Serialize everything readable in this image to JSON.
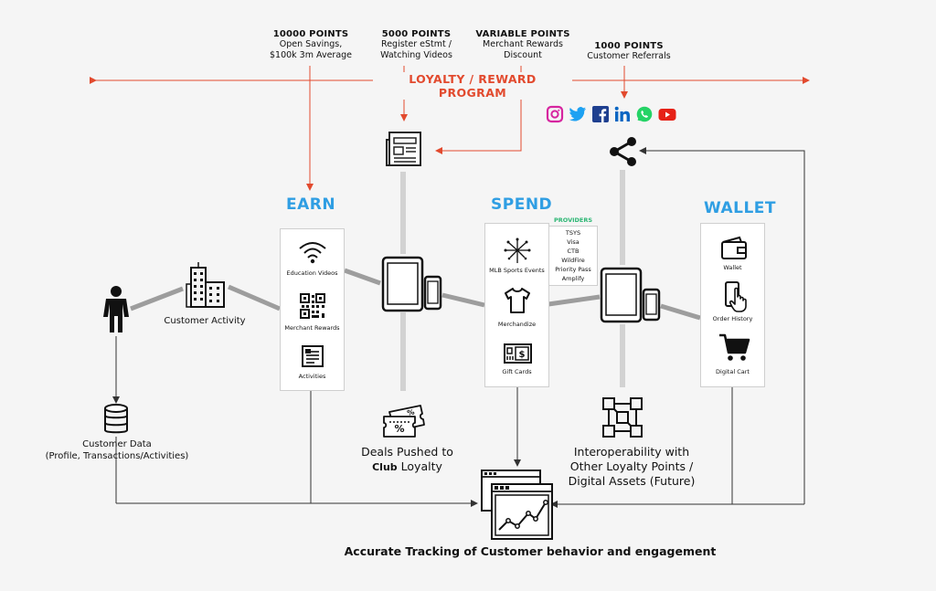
{
  "program": {
    "title": "LOYALTY / REWARD PROGRAM",
    "color": "#e24a2e"
  },
  "points": [
    {
      "title": "10000 POINTS",
      "lines": [
        "Open Savings,",
        "$100k 3m Average"
      ]
    },
    {
      "title": "5000 POINTS",
      "lines": [
        "Register eStmt /",
        "Watching Videos"
      ]
    },
    {
      "title": "VARIABLE POINTS",
      "lines": [
        "Merchant Rewards",
        "Discount"
      ]
    },
    {
      "title": "1000 POINTS",
      "lines": [
        "Customer Referrals"
      ]
    }
  ],
  "social_icons": [
    "instagram-icon",
    "twitter-icon",
    "facebook-icon",
    "linkedin-icon",
    "whatsapp-icon",
    "youtube-icon"
  ],
  "sections": {
    "earn": "EARN",
    "spend": "SPEND",
    "wallet": "WALLET"
  },
  "earn_items": [
    "Education Videos",
    "Merchant Rewards",
    "Activities"
  ],
  "spend_items": [
    "MLB Sports Events",
    "Merchandize",
    "Gift Cards"
  ],
  "wallet_items": [
    "Wallet",
    "Order History",
    "Digital Cart"
  ],
  "providers": {
    "title": "PROVIDERS",
    "items": [
      "TSYS",
      "Visa",
      "CTB",
      "WildFire",
      "Priority Pass",
      "Amplify"
    ],
    "title_color": "#2bb673"
  },
  "customer_activity": "Customer Activity",
  "customer_data": {
    "line1": "Customer Data",
    "line2": "(Profile, Transactions/Activities)"
  },
  "deals": {
    "line1": "Deals Pushed to",
    "line2_a": "Club",
    "line2_b": "Loyalty"
  },
  "interop": {
    "line1": "Interoperability with",
    "line2": "Other Loyalty Points /",
    "line3": "Digital Assets (Future)"
  },
  "footer": "Accurate Tracking of Customer behavior and engagement",
  "colors": {
    "accent": "#2f9ee3",
    "line": "#bdbdbd",
    "red": "#e24a2e"
  }
}
